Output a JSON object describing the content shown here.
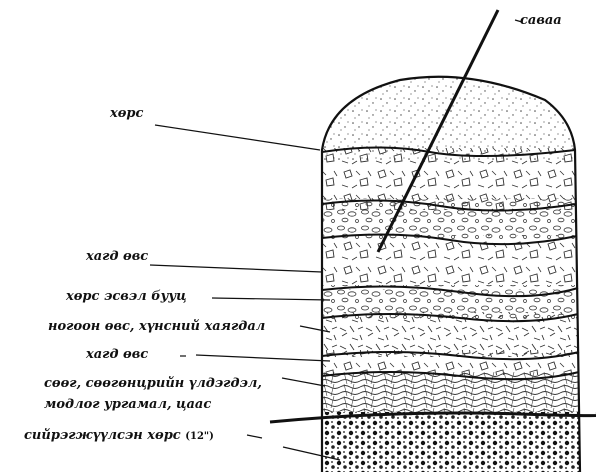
{
  "labels": {
    "stick": "савaa",
    "soil": "хөрс",
    "dry_grass_1": "хагд өвс",
    "soil_or_sand": "хөрс эсвэл бууц",
    "green_grass": "ногоон өвс, хүнсний хаягдал",
    "dry_grass_2": "хагд өвс",
    "branches_line1": "сөөг, сөөгөнцрийн үлдэгдэл,",
    "branches_line2": "модлог ургамал, цаас",
    "loosened_soil": "сийрэгжүүлсэн хөрс",
    "loosened_soil_depth": "(12\")"
  }
}
